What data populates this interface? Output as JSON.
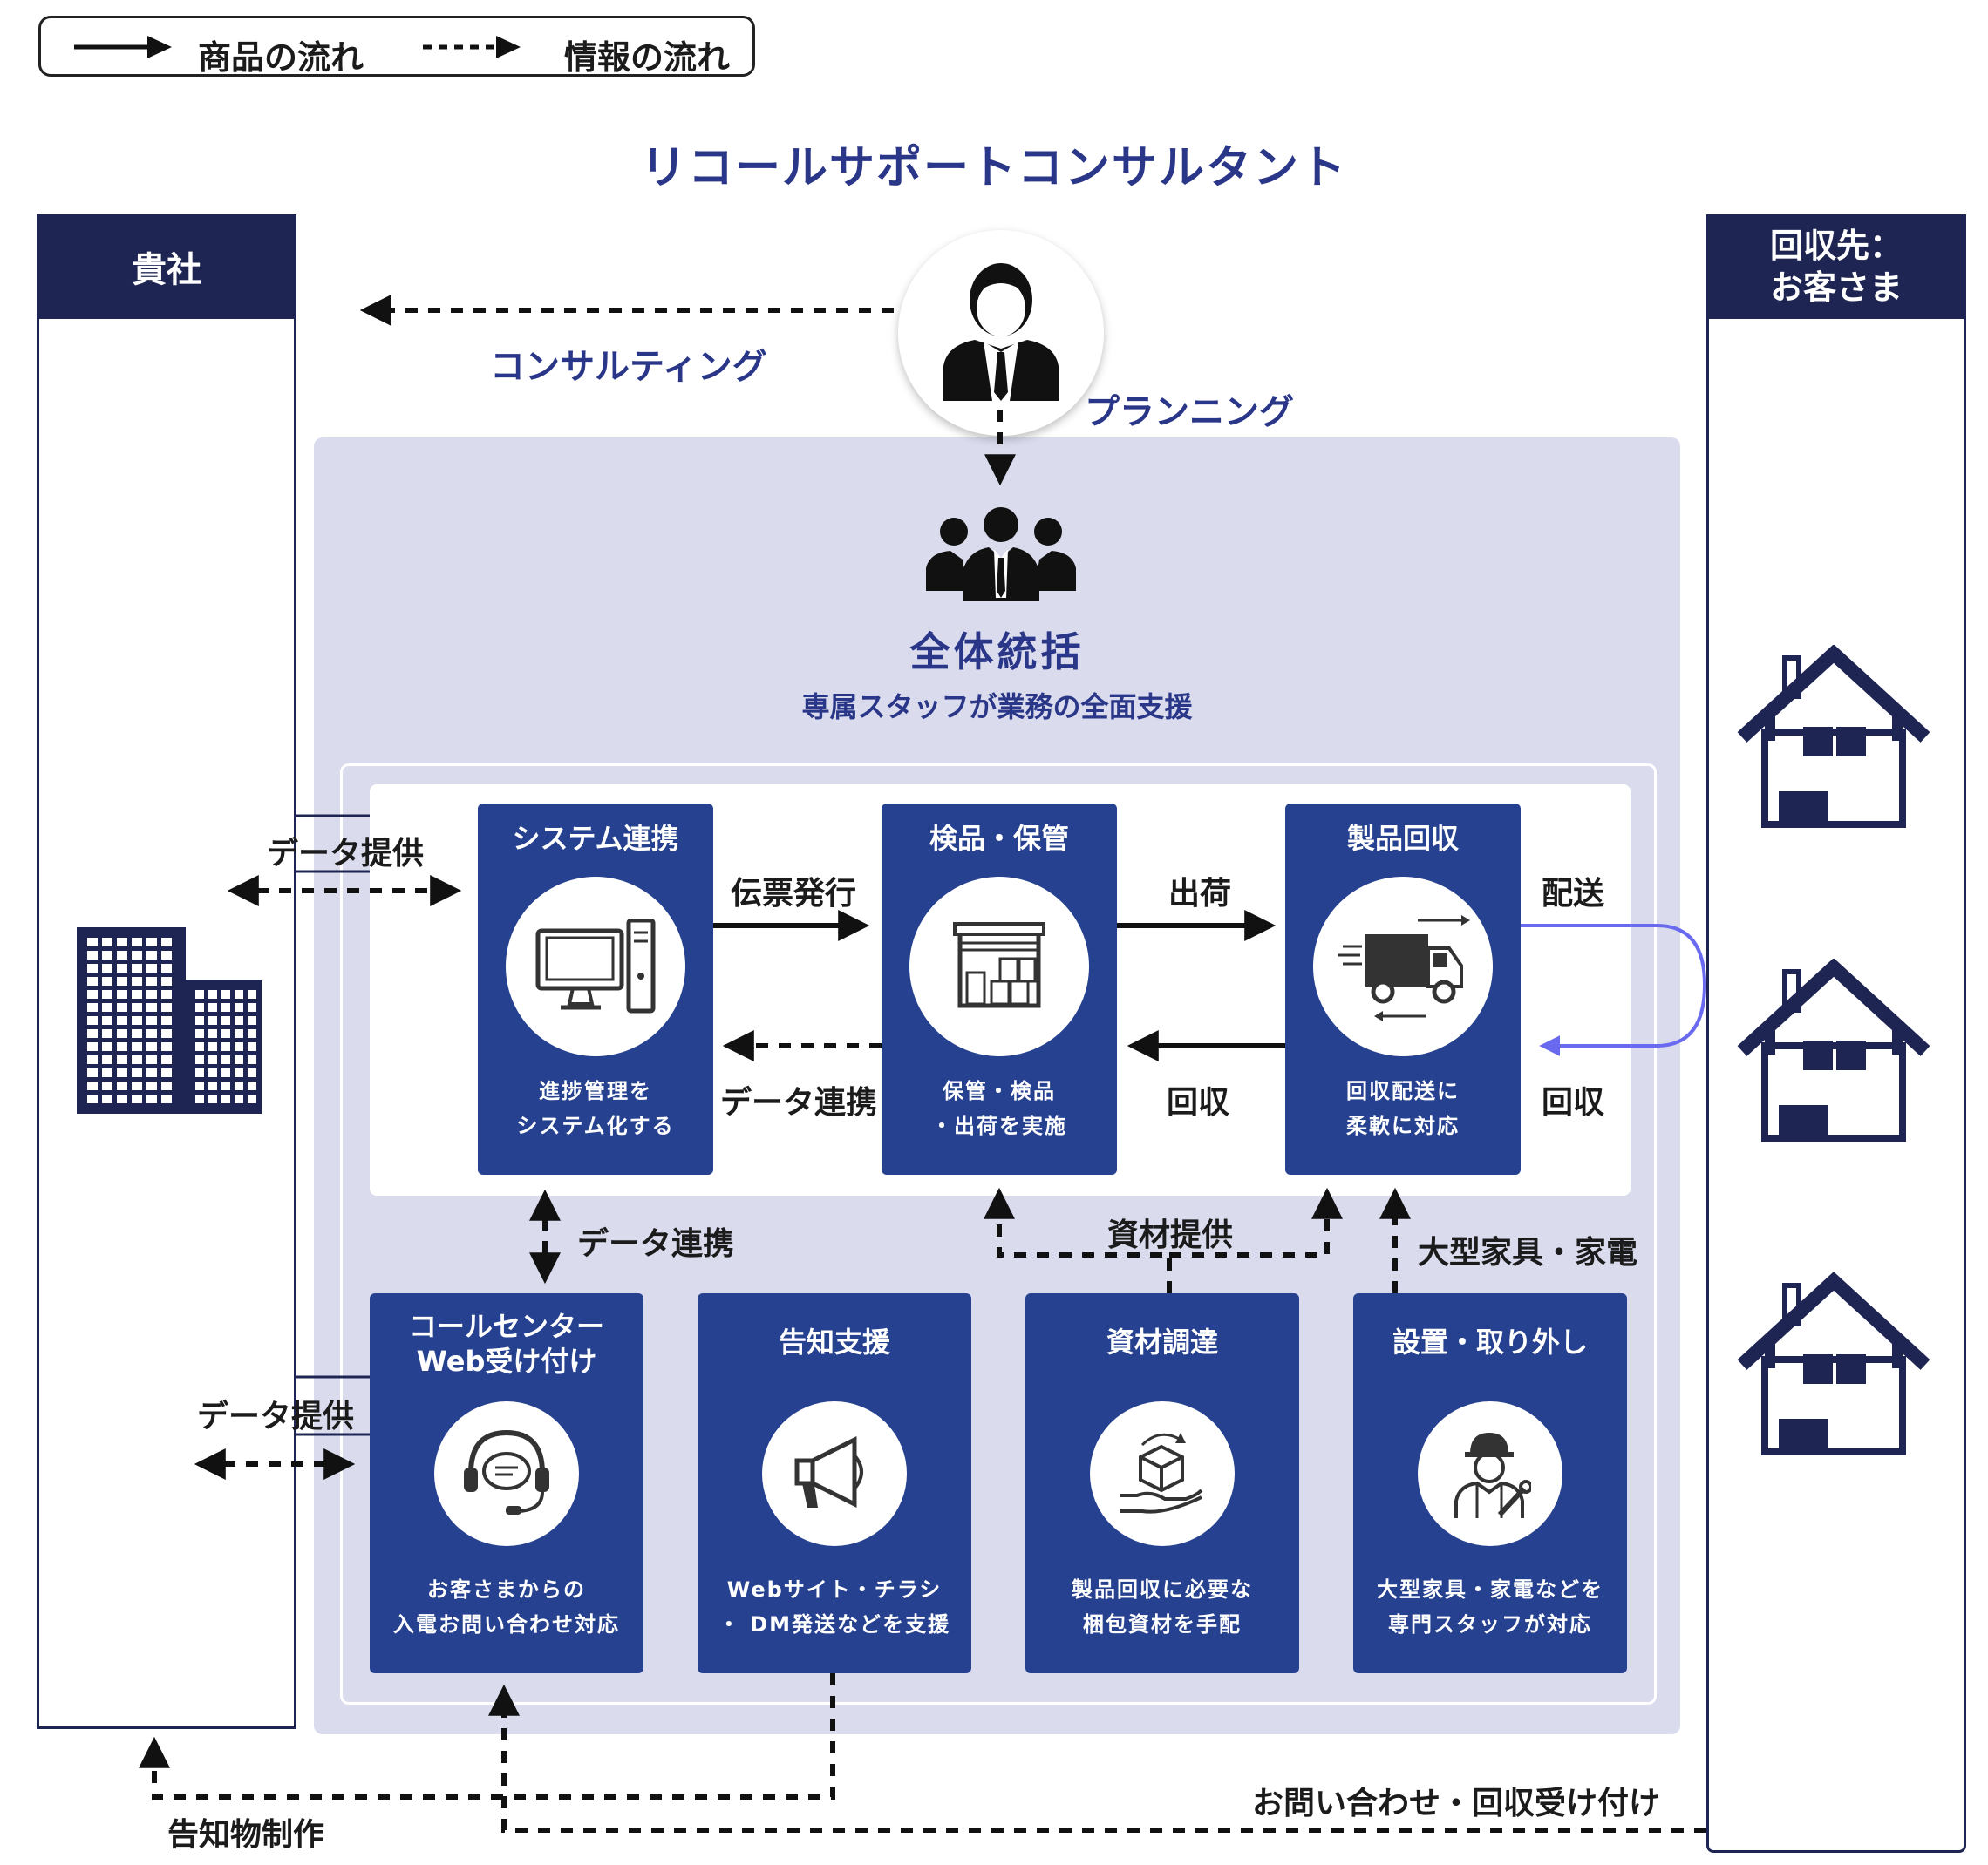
{
  "legend": {
    "goods_flow": "商品の流れ",
    "info_flow": "情報の流れ"
  },
  "title": "リコールサポートコンサルタント",
  "left_column": {
    "header": "貴社"
  },
  "right_column": {
    "header": "回収先：\nお客さま"
  },
  "consultant": {
    "consulting_label": "コンサルティング",
    "planning_label": "プランニング"
  },
  "overall": {
    "title": "全体統括",
    "subtitle": "専属スタッフが業務の全面支援"
  },
  "top_cards": [
    {
      "title": "システム連携",
      "desc": "進捗管理を\nシステム化する",
      "icon": "computer-icon"
    },
    {
      "title": "検品・保管",
      "desc": "保管・検品\n・出荷を実施",
      "icon": "warehouse-icon"
    },
    {
      "title": "製品回収",
      "desc": "回収配送に\n柔軟に対応",
      "icon": "truck-icon"
    }
  ],
  "bottom_cards": [
    {
      "title": "コールセンター\nWeb受け付け",
      "desc": "お客さまからの\n入電お問い合わせ対応",
      "icon": "headset-icon"
    },
    {
      "title": "告知支援",
      "desc": "Webサイト・チラシ\n・ DM発送などを支援",
      "icon": "megaphone-icon"
    },
    {
      "title": "資材調達",
      "desc": "製品回収に必要な\n梱包資材を手配",
      "icon": "package-hand-icon"
    },
    {
      "title": "設置・取り外し",
      "desc": "大型家具・家電などを\n専門スタッフが対応",
      "icon": "worker-icon"
    }
  ],
  "flow_labels": {
    "data_provide_top": "データ提供",
    "data_provide_bottom": "データ提供",
    "slip_issue": "伝票発行",
    "data_link_horizontal": "データ連携",
    "shipping": "出荷",
    "collect_middle": "回収",
    "delivery": "配送",
    "collect_right": "回収",
    "data_link_vertical": "データ連携",
    "material_provide": "資材提供",
    "large_furniture": "大型家具・家電",
    "notice_production": "告知物制作",
    "inquiry_reception": "お問い合わせ・回収受け付け"
  },
  "colors": {
    "navy": "#1f2553",
    "card_blue": "#26418f",
    "lavender": "#dadcee",
    "title_blue": "#2a3688",
    "delivery_arrow": "#6a6af0"
  }
}
